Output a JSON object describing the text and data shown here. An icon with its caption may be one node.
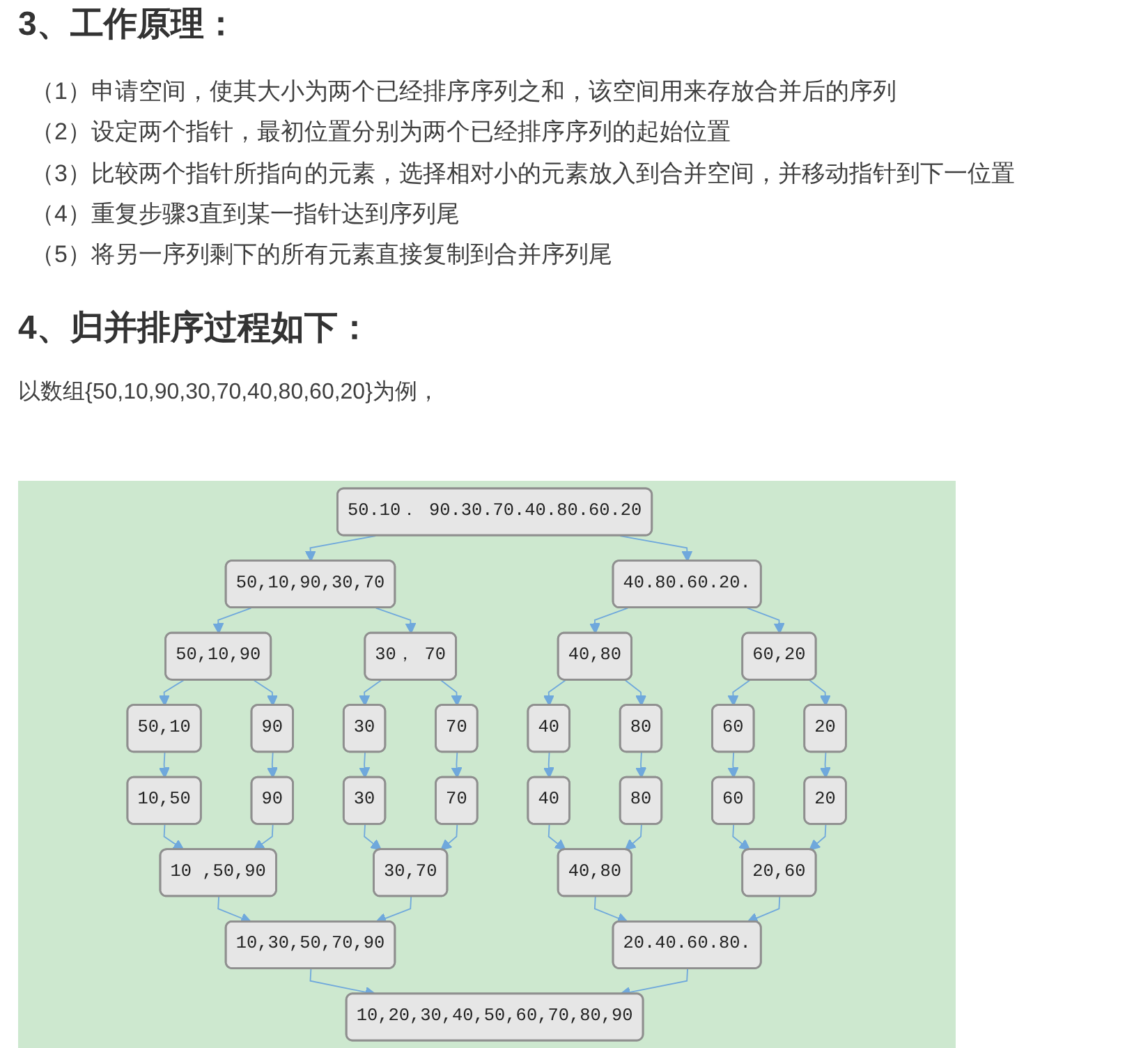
{
  "diagram": {
    "nodes": [
      {
        "text": [
          "50.10． 90.30.70.40.80.60.20"
        ]
      },
      {
        "text": [
          "50,10,90,30,70"
        ]
      },
      {
        "text": [
          "40.80.60.20."
        ]
      },
      {
        "text": [
          "50,10,90"
        ]
      },
      {
        "text": [
          "30， 70"
        ]
      },
      {
        "text": [
          "40,80"
        ]
      },
      {
        "text": [
          "60,20"
        ]
      },
      {
        "text": [
          "50,10"
        ]
      },
      {
        "text": [
          "90"
        ]
      },
      {
        "text": [
          "30"
        ]
      },
      {
        "text": [
          "70"
        ]
      },
      {
        "text": [
          "40"
        ]
      },
      {
        "text": [
          "80"
        ]
      },
      {
        "text": [
          "60"
        ]
      },
      {
        "text": [
          "20"
        ]
      },
      {
        "text": [
          "10,50"
        ]
      },
      {
        "text": [
          "90"
        ]
      },
      {
        "text": [
          "30"
        ]
      },
      {
        "text": [
          "70"
        ]
      },
      {
        "text": [
          "40"
        ]
      },
      {
        "text": [
          "80"
        ]
      },
      {
        "text": [
          "60"
        ]
      },
      {
        "text": [
          "20"
        ]
      },
      {
        "text": [
          "10 ,50,90"
        ]
      },
      {
        "text": [
          "30,70"
        ]
      },
      {
        "text": [
          "40,80"
        ]
      },
      {
        "text": [
          "20,60"
        ]
      },
      {
        "text": [
          "10,30,50,70,90"
        ]
      },
      {
        "text": [
          "20.40.60.80."
        ]
      },
      {
        "text": [
          "10,20,30,40,50,60,70,80,90"
        ]
      }
    ],
    "edges": [
      {
        "from": 0,
        "to": 1,
        "arrow": "to"
      },
      {
        "from": 0,
        "to": 2,
        "arrow": "to"
      },
      {
        "from": 1,
        "to": 3,
        "arrow": "to"
      },
      {
        "from": 1,
        "to": 4,
        "arrow": "to"
      },
      {
        "from": 2,
        "to": 5,
        "arrow": "to"
      },
      {
        "from": 2,
        "to": 6,
        "arrow": "to"
      },
      {
        "from": 3,
        "to": 7,
        "arrow": "to"
      },
      {
        "from": 3,
        "to": 8,
        "arrow": "to"
      },
      {
        "from": 4,
        "to": 9,
        "arrow": "to"
      },
      {
        "from": 4,
        "to": 10,
        "arrow": "to"
      },
      {
        "from": 5,
        "to": 11,
        "arrow": "to"
      },
      {
        "from": 5,
        "to": 12,
        "arrow": "to"
      },
      {
        "from": 6,
        "to": 13,
        "arrow": "to"
      },
      {
        "from": 6,
        "to": 14,
        "arrow": "to"
      },
      {
        "from": 7,
        "to": 15,
        "arrow": "to"
      },
      {
        "from": 8,
        "to": 16,
        "arrow": "to"
      },
      {
        "from": 9,
        "to": 17,
        "arrow": "to"
      },
      {
        "from": 10,
        "to": 18,
        "arrow": "to"
      },
      {
        "from": 11,
        "to": 19,
        "arrow": "to"
      },
      {
        "from": 12,
        "to": 20,
        "arrow": "to"
      },
      {
        "from": 13,
        "to": 21,
        "arrow": "to"
      },
      {
        "from": 14,
        "to": 22,
        "arrow": "to"
      },
      {
        "from": 15,
        "to": 23,
        "arrow": "to"
      },
      {
        "from": 16,
        "to": 23,
        "arrow": "to"
      },
      {
        "from": 17,
        "to": 24,
        "arrow": "to"
      },
      {
        "from": 18,
        "to": 24,
        "arrow": "to"
      },
      {
        "from": 19,
        "to": 25,
        "arrow": "to"
      },
      {
        "from": 20,
        "to": 25,
        "arrow": "to"
      },
      {
        "from": 21,
        "to": 26,
        "arrow": "to"
      },
      {
        "from": 22,
        "to": 26,
        "arrow": "to"
      },
      {
        "from": 23,
        "to": 27,
        "arrow": "to"
      },
      {
        "from": 24,
        "to": 27,
        "arrow": "to"
      },
      {
        "from": 25,
        "to": 28,
        "arrow": "to"
      },
      {
        "from": 26,
        "to": 28,
        "arrow": "to"
      },
      {
        "from": 27,
        "to": 29,
        "arrow": "to"
      },
      {
        "from": 28,
        "to": 29,
        "arrow": "to"
      }
    ],
    "labels": [
      "3、工作原理：",
      "（1）申请空间，使其大小为两个已经排序序列之和，该空间用来存放合并后的序列",
      "（2）设定两个指针，最初位置分别为两个已经排序序列的起始位置",
      "（3）比较两个指针所指向的元素，选择相对小的元素放入到合并空间，并移动指针到下一位置",
      "（4）重复步骤3直到某一指针达到序列尾",
      "（5）将另一序列剩下的所有元素直接复制到合并序列尾",
      "4、归并排序过程如下：",
      "以数组{50,10,90,30,70,40,80,60,20}为例，"
    ]
  }
}
